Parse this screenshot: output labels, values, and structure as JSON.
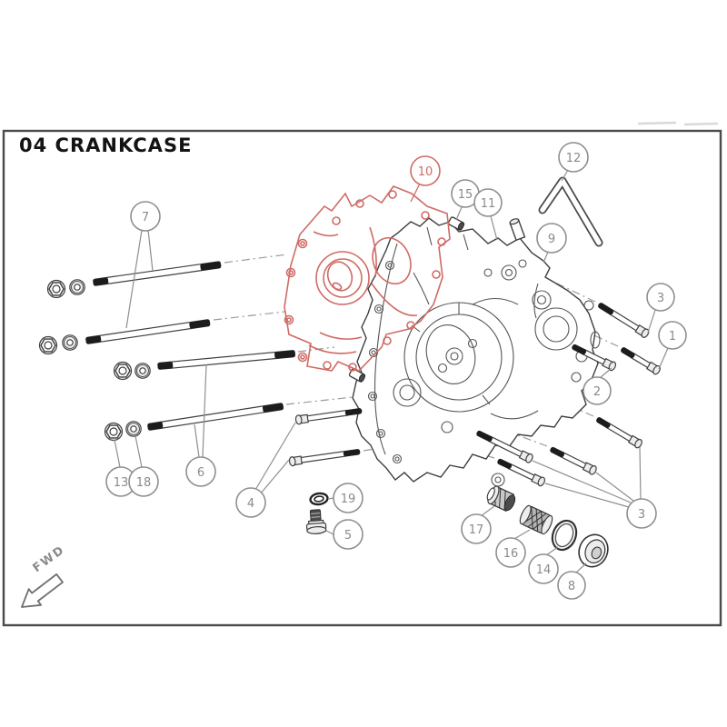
{
  "title": "04 CRANKCASE",
  "fwd_label": "FWD",
  "colors": {
    "highlight_red": "#cf6b66",
    "line_dark": "#3f3f3f",
    "callout_gray": "#8a8a8a"
  },
  "diagram": {
    "type": "exploded-parts-diagram",
    "highlighted_part": "10"
  },
  "callouts": [
    {
      "label": "7"
    },
    {
      "label": "10"
    },
    {
      "label": "15"
    },
    {
      "label": "11"
    },
    {
      "label": "12"
    },
    {
      "label": "9"
    },
    {
      "label": "3"
    },
    {
      "label": "1"
    },
    {
      "label": "2"
    },
    {
      "label": "13"
    },
    {
      "label": "18"
    },
    {
      "label": "6"
    },
    {
      "label": "4"
    },
    {
      "label": "19"
    },
    {
      "label": "5"
    },
    {
      "label": "17"
    },
    {
      "label": "16"
    },
    {
      "label": "14"
    },
    {
      "label": "8"
    },
    {
      "label": "3"
    }
  ]
}
